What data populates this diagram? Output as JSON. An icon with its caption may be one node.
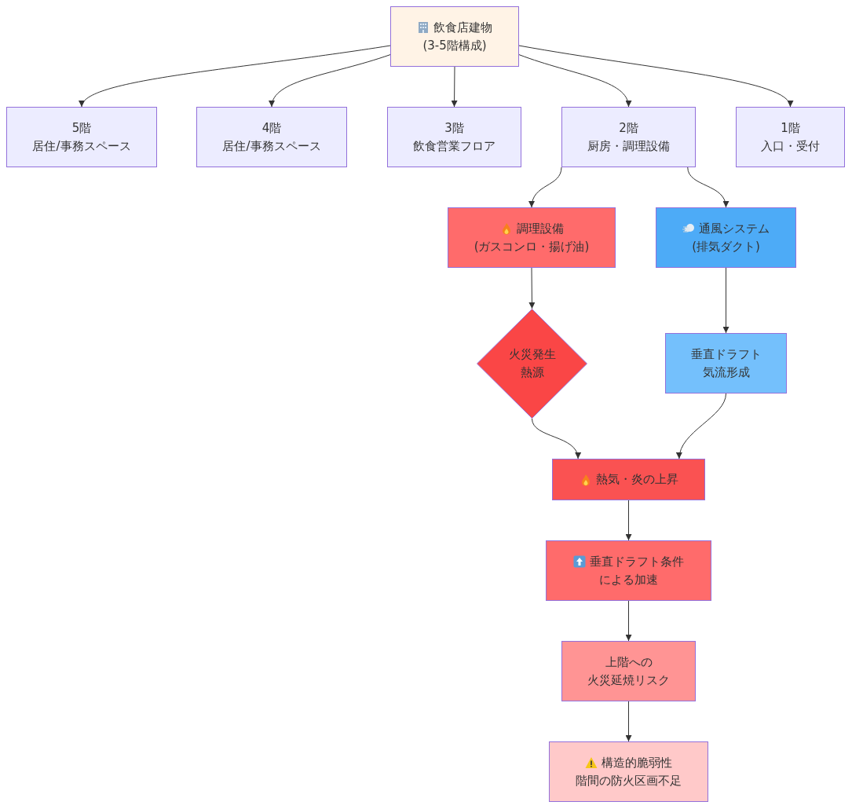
{
  "diagram": {
    "nodes": [
      {
        "text": [
          "飲食店建物",
          "(3-5階構成)"
        ]
      },
      {
        "text": [
          "5階",
          "居住/事務スペース"
        ]
      },
      {
        "text": [
          "4階",
          "居住/事務スペース"
        ]
      },
      {
        "text": [
          "3階",
          "飲食営業フロア"
        ]
      },
      {
        "text": [
          "2階",
          "厨房・調理設備"
        ]
      },
      {
        "text": [
          "1階",
          "入口・受付"
        ]
      },
      {
        "text": [
          "調理設備",
          "(ガスコンロ・揚げ油)"
        ]
      },
      {
        "text": [
          "通風システム",
          "(排気ダクト)"
        ]
      },
      {
        "text": [
          "火災発生",
          "熱源"
        ]
      },
      {
        "text": [
          "垂直ドラフト",
          "気流形成"
        ]
      },
      {
        "text": [
          "熱気・炎の上昇"
        ]
      },
      {
        "text": [
          "垂直ドラフト条件",
          "による加速"
        ]
      },
      {
        "text": [
          "上階への",
          "火災延焼リスク"
        ]
      },
      {
        "text": [
          "構造的脆弱性",
          "階間の防火区画不足"
        ]
      }
    ],
    "edges": [
      {
        "from": 0,
        "to": 1,
        "arrow": "to"
      },
      {
        "from": 0,
        "to": 2,
        "arrow": "to"
      },
      {
        "from": 0,
        "to": 3,
        "arrow": "to"
      },
      {
        "from": 0,
        "to": 4,
        "arrow": "to"
      },
      {
        "from": 0,
        "to": 5,
        "arrow": "to"
      },
      {
        "from": 4,
        "to": 6,
        "arrow": "to"
      },
      {
        "from": 4,
        "to": 7,
        "arrow": "to"
      },
      {
        "from": 6,
        "to": 8,
        "arrow": "to"
      },
      {
        "from": 7,
        "to": 9,
        "arrow": "to"
      },
      {
        "from": 8,
        "to": 10,
        "arrow": "to"
      },
      {
        "from": 9,
        "to": 10,
        "arrow": "to"
      },
      {
        "from": 10,
        "to": 11,
        "arrow": "to"
      },
      {
        "from": 11,
        "to": 12,
        "arrow": "to"
      },
      {
        "from": 12,
        "to": 13,
        "arrow": "to"
      }
    ]
  }
}
